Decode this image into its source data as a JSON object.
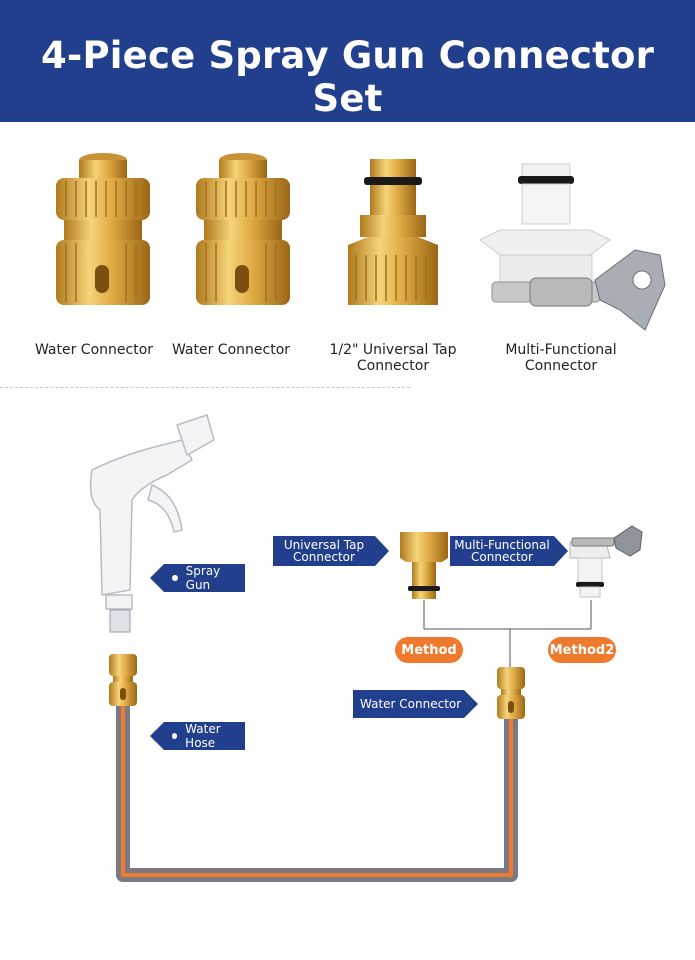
{
  "title": "4-Piece Spray Gun Connector Set",
  "products": [
    {
      "label": "Water Connector"
    },
    {
      "label": "Water Connector"
    },
    {
      "label_line1": "1/2\" Universal Tap",
      "label_line2": "Connector"
    },
    {
      "label_line1": "Multi-Functional",
      "label_line2": "Connector"
    }
  ],
  "diagram": {
    "spray_gun": "Spray Gun",
    "water_hose": "Water Hose",
    "water_connector": "Water Connector",
    "universal_tap_line1": "Universal Tap",
    "universal_tap_line2": "Connector",
    "multi_functional_line1": "Multi-Functional",
    "multi_functional_line2": "Connector",
    "method1": "Method",
    "method2": "Method2"
  },
  "colors": {
    "banner": "#213f8c",
    "accent": "#ef7a2d",
    "brass": "#d9a93c",
    "hose_grey": "#7a7a84",
    "hose_orange": "#ef7a2d"
  }
}
